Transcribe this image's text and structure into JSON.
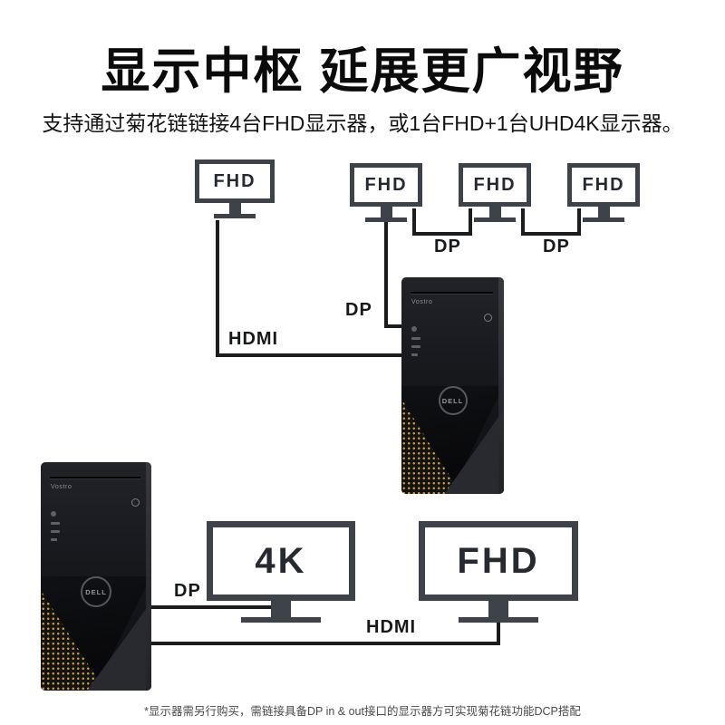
{
  "page": {
    "title": "显示中枢 延展更广视野",
    "subtitle": "支持通过菊花链链接4台FHD显示器，或1台FHD+1台UHD4K显示器。",
    "footnote": "*显示器需另行购买，需链接具备DP in & out接口的显示器方可实现菊花链功能DCP搭配"
  },
  "colors": {
    "wire": "#1b1c1e",
    "monitor_frame": "#3e434a",
    "tower_gold_accent": "#c49b45",
    "background": "#ffffff"
  },
  "diagram_top": {
    "monitors": [
      {
        "label": "FHD"
      },
      {
        "label": "FHD"
      },
      {
        "label": "FHD"
      },
      {
        "label": "FHD"
      }
    ],
    "connections": {
      "chain_dp_1": "DP",
      "chain_dp_2": "DP",
      "tower_dp": "DP",
      "tower_hdmi": "HDMI"
    },
    "tower": {
      "brand": "DELL",
      "model": "Vostro"
    }
  },
  "diagram_bottom": {
    "monitors": [
      {
        "label": "4K"
      },
      {
        "label": "FHD"
      }
    ],
    "connections": {
      "dp": "DP",
      "hdmi": "HDMI"
    },
    "tower": {
      "brand": "DELL",
      "model": "Vostro"
    }
  }
}
